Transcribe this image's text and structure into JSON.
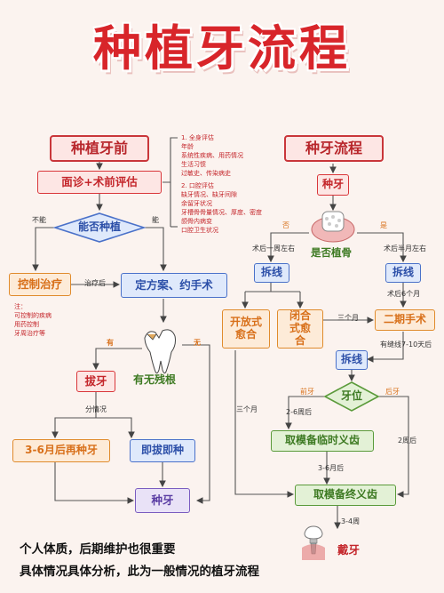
{
  "title": "种植牙流程",
  "left": {
    "header": "种植牙前",
    "consult": "面诊+术前评估",
    "decision": "能否种植",
    "no_label": "不能",
    "yes_label": "能",
    "control": "控制治疗",
    "after_label": "治疗后",
    "plan": "定方案、约手术",
    "control_notes": [
      "注：",
      "可控制的疾病",
      "用药控制",
      "牙周治疗等"
    ],
    "residual_root": "有无残根",
    "has_label": "有",
    "none_label": "无",
    "extract": "拔牙",
    "situation_label": "分情况",
    "later_implant": "3-6月后再种牙",
    "immediate": "即拔即种",
    "implant": "种牙"
  },
  "eval_notes": [
    "1. 全身评估",
    "年龄",
    "系统性疾病、用药情况",
    "生活习惯",
    "过敏史、传染病史",
    "",
    "2. 口腔评估",
    "缺牙情况、缺牙间隙",
    "余留牙状况",
    "牙槽骨骨量情况、厚度、密度",
    "颌骨内病变",
    "口腔卫生状况"
  ],
  "right": {
    "header": "种牙流程",
    "implant": "种牙",
    "bone_graft": "是否植骨",
    "no_label": "否",
    "yes_label": "是",
    "week_label": "术后一周左右",
    "half_month_label": "术后半月左右",
    "stitch_left": "拆线",
    "stitch_right": "拆线",
    "open_heal": "开放式愈合",
    "closed_heal": "闭合式愈合",
    "six_months_label": "术后6个月",
    "three_months_label": "三个月",
    "second_surgery": "二期手术",
    "suture_label": "有缝线7-10天后",
    "stitch_mid": "拆线",
    "position": "牙位",
    "front_label": "前牙",
    "back_label": "后牙",
    "three_months_left": "三个月",
    "two_six_weeks": "2-6周后",
    "temp_crown": "取模备临时义齿",
    "three_six_months": "3-6月后",
    "two_weeks": "2周后",
    "final_crown": "取模备终义齿",
    "three_four_weeks": "3-4周",
    "wear": "戴牙"
  },
  "footer": {
    "line1": "个人体质，后期维护也很重要",
    "line2": "具体情况具体分析，此为一般情况的植牙流程"
  },
  "colors": {
    "title": "#d8252a",
    "background": "#fbf3ef",
    "red": "#d9363a",
    "blue": "#4a71c9",
    "green": "#5a9a3a",
    "orange": "#e08b2c",
    "purple": "#7a5cc0"
  }
}
